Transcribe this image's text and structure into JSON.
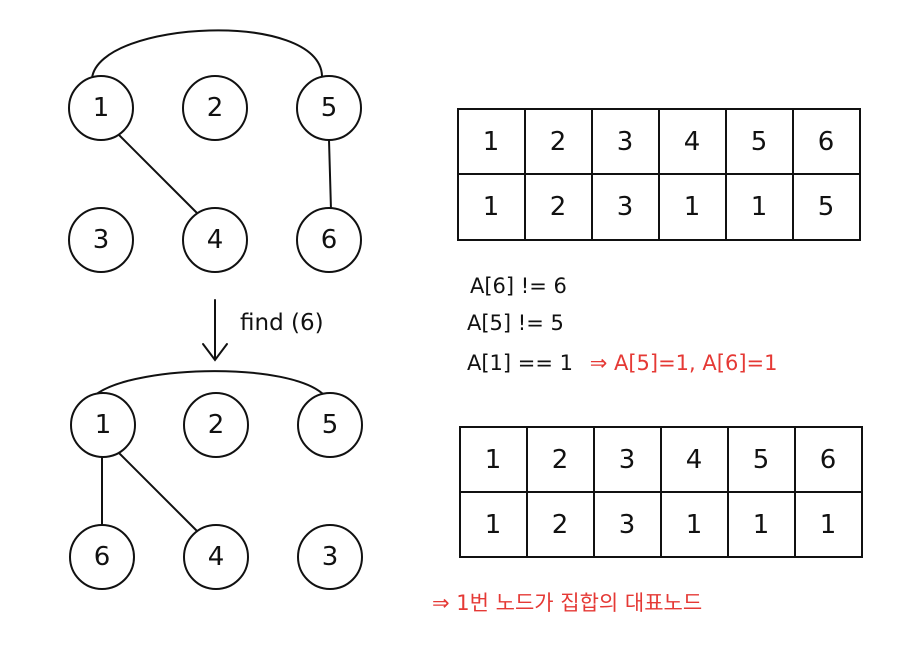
{
  "graph_before": {
    "nodes": [
      "1",
      "2",
      "5",
      "3",
      "4",
      "6"
    ]
  },
  "graph_after": {
    "nodes": [
      "1",
      "2",
      "5",
      "6",
      "4",
      "3"
    ]
  },
  "operation": "find (6)",
  "table_before": {
    "index_row": [
      "1",
      "2",
      "3",
      "4",
      "5",
      "6"
    ],
    "parent_row": [
      "1",
      "2",
      "3",
      "1",
      "1",
      "5"
    ]
  },
  "table_after": {
    "index_row": [
      "1",
      "2",
      "3",
      "4",
      "5",
      "6"
    ],
    "parent_row": [
      "1",
      "2",
      "3",
      "1",
      "1",
      "1"
    ]
  },
  "notes": {
    "line1": "A[6] != 6",
    "line2": "A[5] != 5",
    "line3_black": "A[1] == 1",
    "line3_red": "⇒ A[5]=1, A[6]=1"
  },
  "conclusion": "⇒ 1번 노드가 집합의 대표노드",
  "colors": {
    "ink": "#111111",
    "annotation": "#e53935"
  }
}
